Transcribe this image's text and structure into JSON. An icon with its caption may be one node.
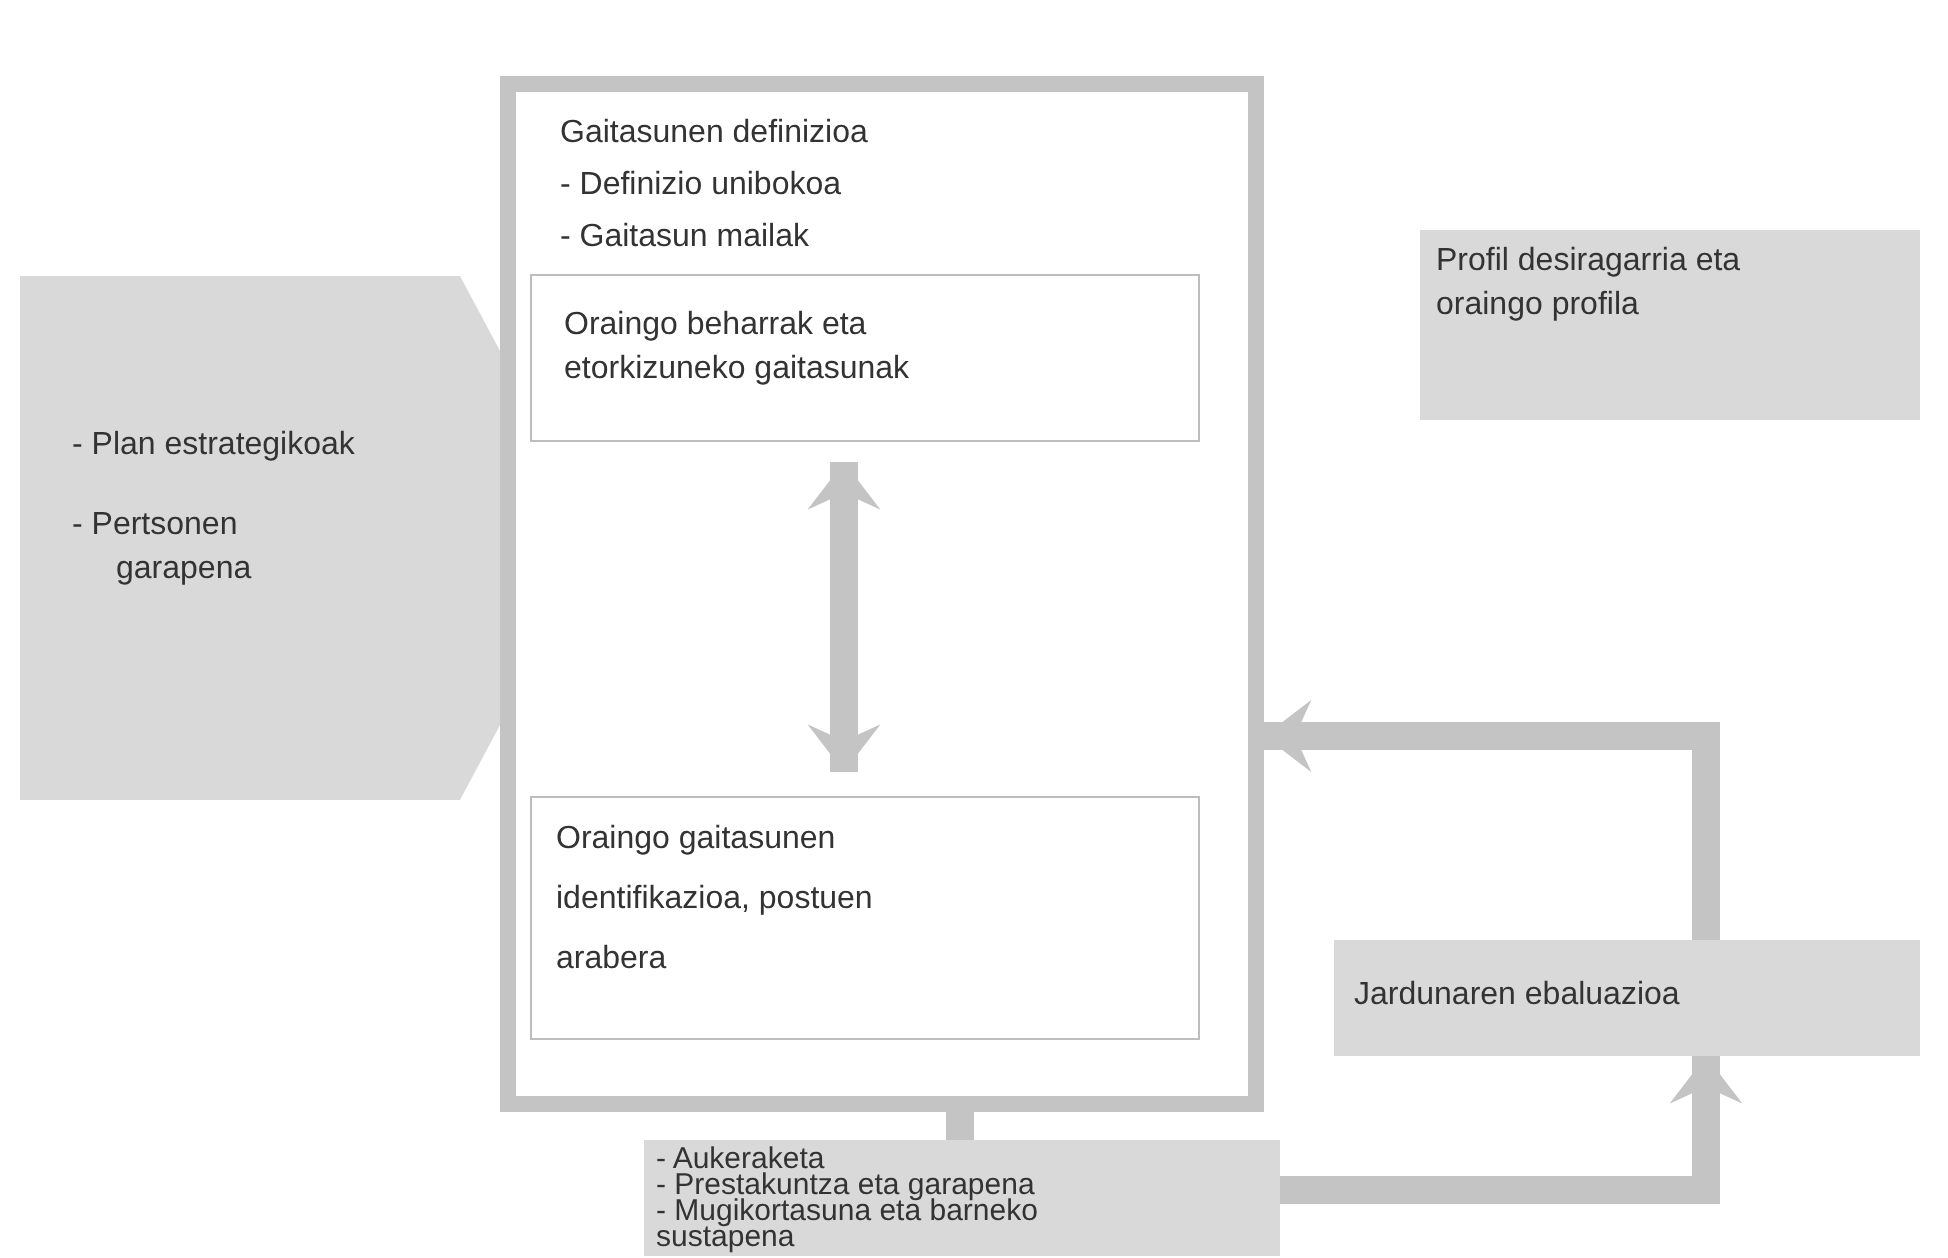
{
  "diagram": {
    "nodes": [
      {
        "text": [
          "- Plan estrategikoak",
          "- Pertsonen garapena"
        ]
      },
      {
        "text": [
          "Gaitasunen definizioa",
          "- Definizio unibokoa",
          "- Gaitasun mailak"
        ]
      },
      {
        "text": [
          "Oraingo beharrak eta etorkizuneko gaitasunak"
        ],
        "in": 1
      },
      {
        "text": [
          "Oraingo gaitasunen identifikazioa, postuen arabera"
        ],
        "in": 1
      },
      {
        "text": [
          "Profil desiragarria eta oraingo profila"
        ]
      },
      {
        "text": [
          "- Aukeraketa",
          "- Prestakuntza eta garapena",
          "- Mugikortasuna eta barneko sustapena"
        ]
      },
      {
        "text": [
          "Jardunaren ebaluazioa"
        ]
      }
    ],
    "edges": [
      {
        "from": 2,
        "to": 3,
        "arrow": "both"
      },
      {
        "from": 1,
        "to": 5,
        "arrow": "none"
      },
      {
        "from": 5,
        "to": 6,
        "arrow": "to"
      },
      {
        "from": 6,
        "to": 1,
        "arrow": "to"
      }
    ]
  }
}
